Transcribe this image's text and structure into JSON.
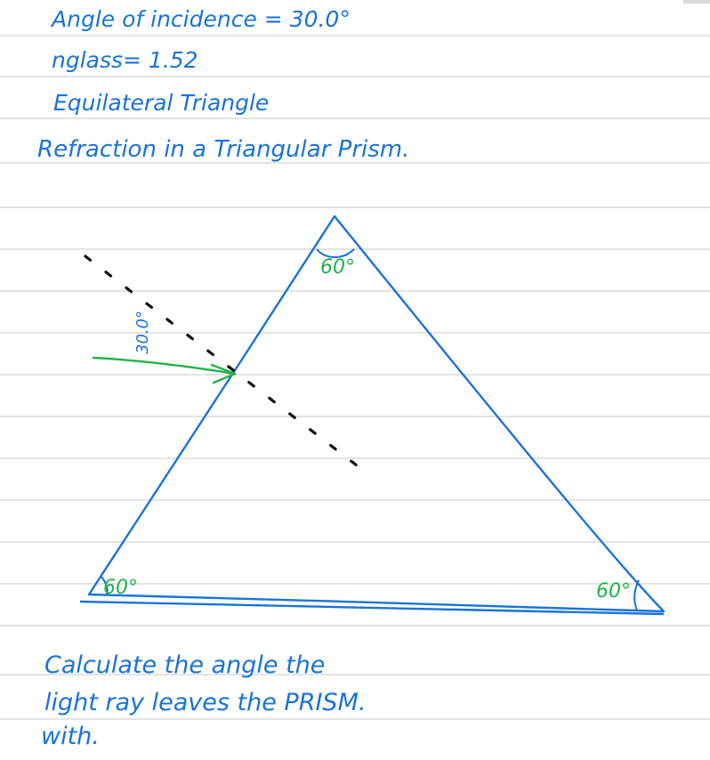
{
  "notes": {
    "line1": "Angle of incidence = 30.0°",
    "line2": "nglass= 1.52",
    "line3": "Equilateral Triangle",
    "line4": "Refraction in a Triangular Prism."
  },
  "diagram": {
    "apex_angle": "60°",
    "left_angle": "60°",
    "right_angle": "60°",
    "incidence_angle_label": "30.0°"
  },
  "question": {
    "line1": "Calculate the angle the",
    "line2": "light ray leaves the PRISM.",
    "line3": "with."
  },
  "colors": {
    "ink_blue": "#1a73d9",
    "ink_green": "#22b14c",
    "ink_black": "#111111",
    "rule_line": "#c8c8c8"
  }
}
